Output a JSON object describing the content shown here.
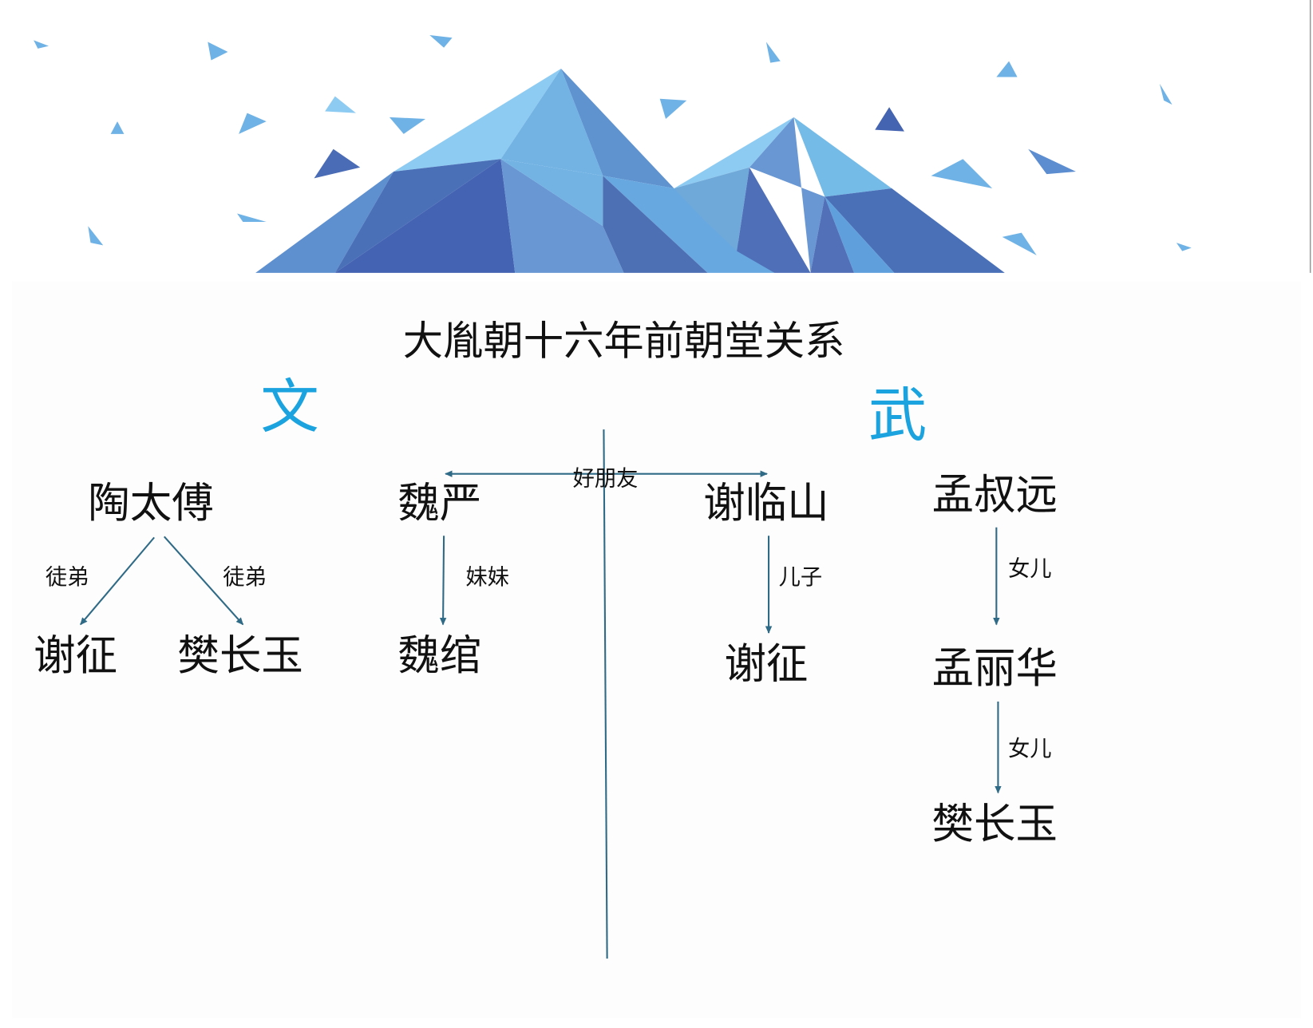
{
  "title": "大胤朝十六年前朝堂关系",
  "sections": {
    "civil": "文",
    "military": "武"
  },
  "colors": {
    "accent": "#1aa3de",
    "line": "#2f6a86"
  },
  "civil": {
    "master": "陶太傅",
    "disciple_label_1": "徒弟",
    "disciple_label_2": "徒弟",
    "disciple_1": "谢征",
    "disciple_2": "樊长玉",
    "wei": "魏严",
    "sister_label": "妹妹",
    "wei_sister": "魏绾"
  },
  "friendship_label": "好朋友",
  "military": {
    "xie": "谢临山",
    "son_label": "儿子",
    "xie_son": "谢征",
    "meng": "孟叔远",
    "daughter_label_1": "女儿",
    "meng_daughter": "孟丽华",
    "daughter_label_2": "女儿",
    "granddaughter": "樊长玉"
  }
}
